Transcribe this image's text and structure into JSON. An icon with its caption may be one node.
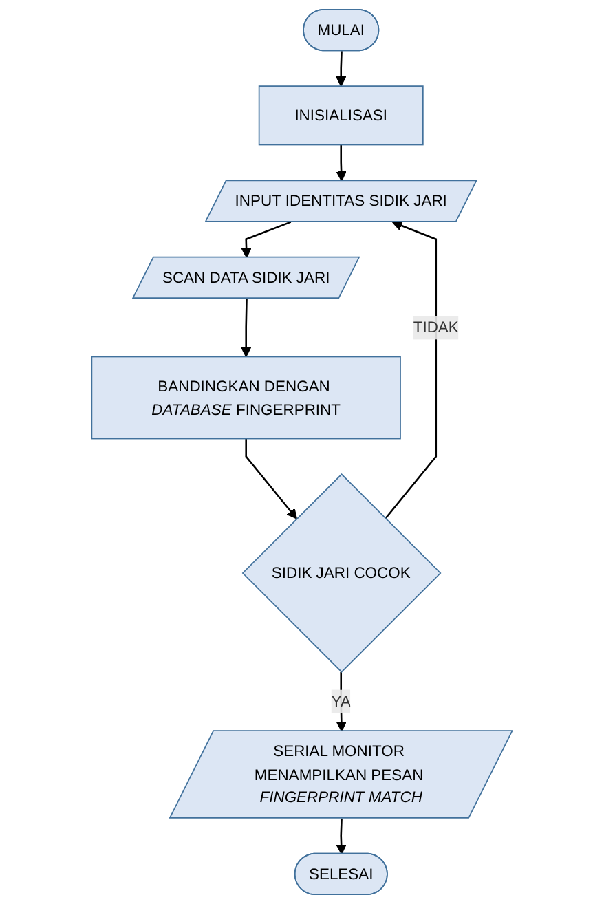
{
  "diagram": {
    "nodes": [
      {
        "text": [
          "MULAI"
        ]
      },
      {
        "text": [
          "INISIALISASI"
        ]
      },
      {
        "text": [
          "INPUT IDENTITAS SIDIK JARI"
        ]
      },
      {
        "text": [
          "SCAN DATA SIDIK JARI"
        ]
      },
      {
        "text": [
          "BANDINGKAN DENGAN *DATABASE* FINGERPRINT"
        ]
      },
      {
        "text": [
          "SIDIK JARI COCOK"
        ]
      },
      {
        "text": [
          "SERIAL MONITOR MENAMPILKAN PESAN *FINGERPRINT MATCH*"
        ]
      },
      {
        "text": [
          "SELESAI"
        ]
      }
    ],
    "edges": [
      {
        "from": 0,
        "to": 1,
        "arrow": "to"
      },
      {
        "from": 1,
        "to": 2,
        "arrow": "to"
      },
      {
        "from": 2,
        "to": 3,
        "arrow": "to"
      },
      {
        "from": 3,
        "to": 4,
        "arrow": "to"
      },
      {
        "from": 4,
        "to": 5,
        "arrow": "to"
      },
      {
        "from": 5,
        "to": 6,
        "label": "YA",
        "arrow": "to"
      },
      {
        "from": 5,
        "to": 2,
        "label": "TIDAK",
        "arrow": "to"
      },
      {
        "from": 6,
        "to": 7,
        "arrow": "to"
      }
    ]
  }
}
